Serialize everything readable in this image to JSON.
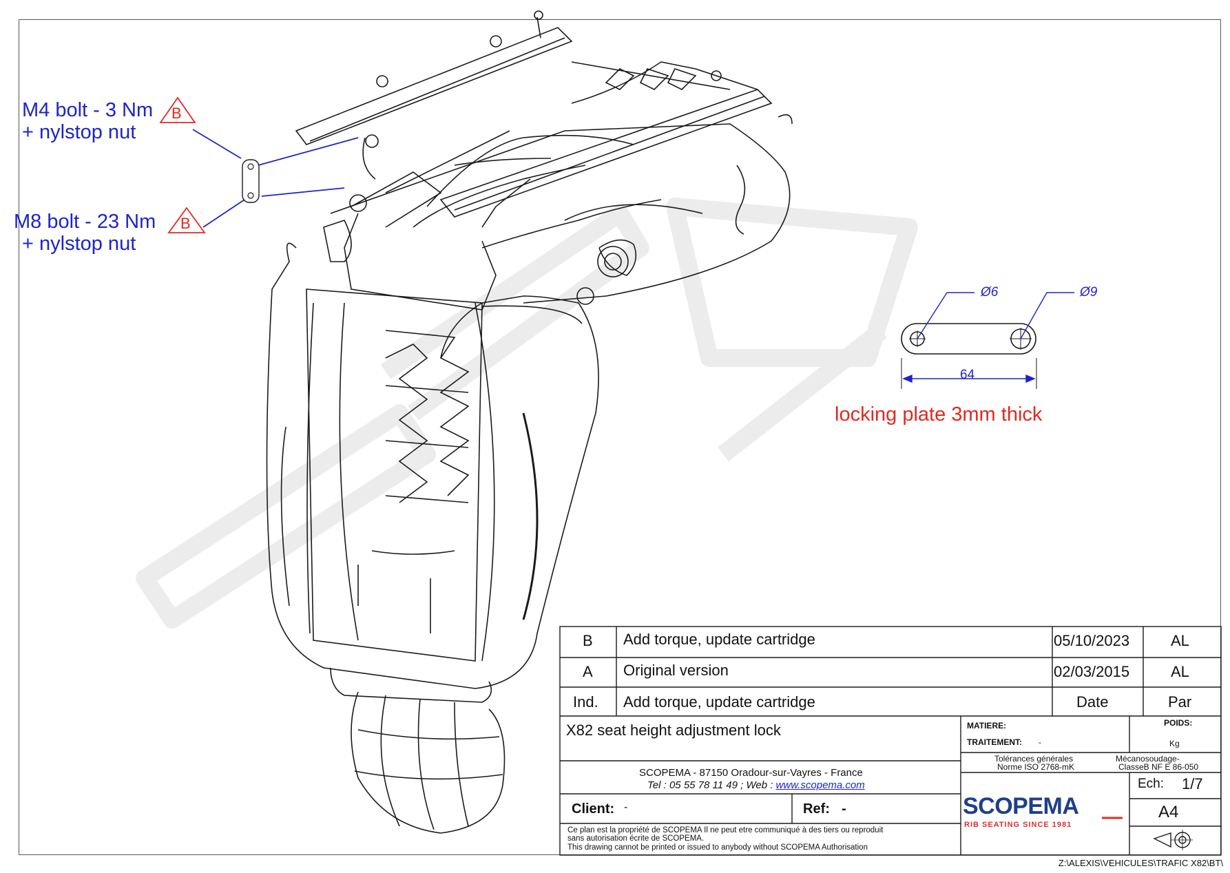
{
  "callouts": {
    "m4_line1": "M4 bolt - 3 Nm",
    "m4_line2": "+ nylstop nut",
    "m8_line1": "M8 bolt - 23 Nm",
    "m8_line2": "+ nylstop nut",
    "rev_marker": "B"
  },
  "plate": {
    "dia_small": "Ø6",
    "dia_large": "Ø9",
    "length": "64",
    "caption": "locking plate 3mm thick"
  },
  "revisions": [
    {
      "ind": "B",
      "desc": "Add torque, update cartridge",
      "date": "05/10/2023",
      "par": "AL"
    },
    {
      "ind": "A",
      "desc": "Original version",
      "date": "02/03/2015",
      "par": "AL"
    }
  ],
  "rev_header": {
    "ind": "Ind.",
    "desc": "Add torque, update cartridge",
    "date": "Date",
    "par": "Par"
  },
  "titleblock": {
    "title": "X82 seat height adjustment lock",
    "matiere": "MATIERE:",
    "traitement": "TRAITEMENT:",
    "traitement_value": "-",
    "poids": "POIDS:",
    "poids_unit": "Kg",
    "tolerances_1": "Tolérances générales",
    "tolerances_2": "Norme ISO 2768-mK",
    "meca_1": "Mécanosoudage-",
    "meca_2": "ClasseB NF E 86-050",
    "company": "SCOPEMA - 87150 Oradour-sur-Vayres - France",
    "tel_label": "Tel :",
    "tel": "05 55 78 11 49",
    "web_label": "; Web :",
    "web": "www.scopema.com",
    "client_label": "Client:",
    "client_value": "-",
    "ref_label": "Ref:",
    "ref_value": "-",
    "ech_label": "Ech:",
    "ech_value": "1/7",
    "format": "A4",
    "logo": "SCOPEMA",
    "logo_sub": "RIB SEATING SINCE 1981",
    "notice_1": "Ce plan est la propriété de SCOPEMA Il ne peut etre communiqué à des tiers ou reproduit",
    "notice_2": "sans autorisation écrite de SCOPEMA.",
    "notice_3": "This drawing cannot be printed or issued to anybody without SCOPEMA Authorisation"
  },
  "file_path": "Z:\\ALEXIS\\VEHICULES\\TRAFIC X82\\BT\\",
  "colors": {
    "callout_blue": "#1c24c9",
    "revision_red": "#e02a20",
    "logo_blue": "#1f3e8c",
    "logo_red": "#d9302b"
  }
}
